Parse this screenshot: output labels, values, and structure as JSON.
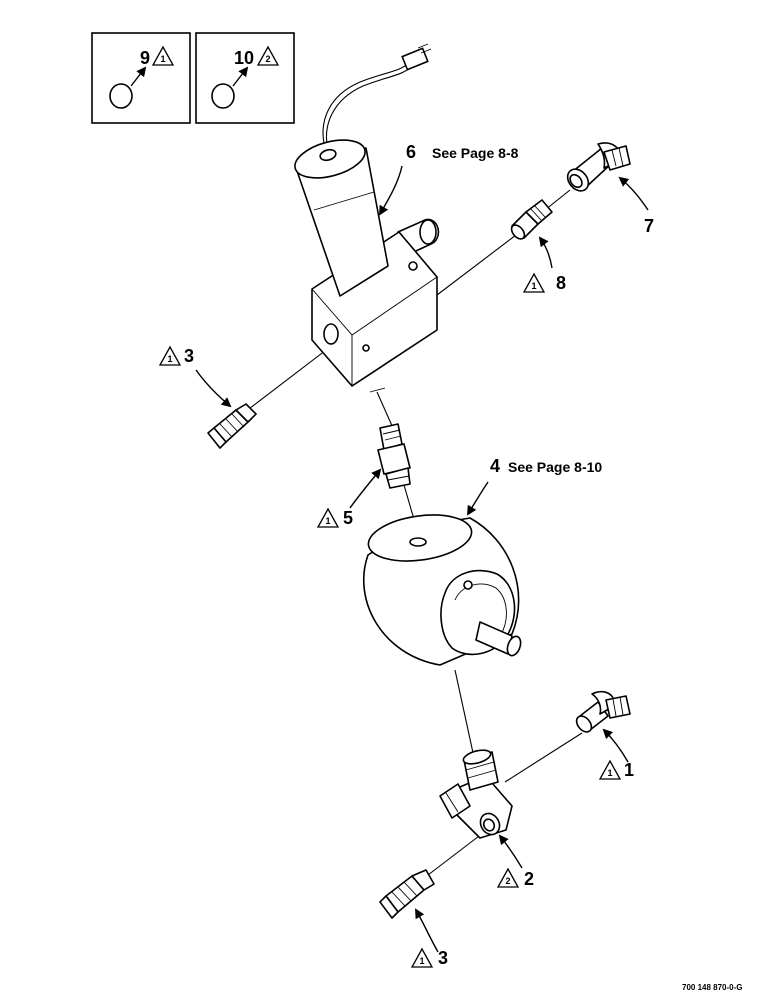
{
  "insets": [
    {
      "number": "9",
      "note": "1"
    },
    {
      "number": "10",
      "note": "2"
    }
  ],
  "callouts": {
    "item6": {
      "number": "6",
      "ref": "See Page 8-8"
    },
    "item7": {
      "number": "7"
    },
    "item8": {
      "number": "8",
      "note": "1"
    },
    "item3_top": {
      "number": "3",
      "note": "1"
    },
    "item5": {
      "number": "5",
      "note": "1"
    },
    "item4": {
      "number": "4",
      "ref": "See Page 8-10"
    },
    "item1": {
      "number": "1",
      "note": "1"
    },
    "item2": {
      "number": "2",
      "note": "2"
    },
    "item3_bottom": {
      "number": "3",
      "note": "1"
    }
  },
  "drawing_number": "700 148 870-0-G"
}
